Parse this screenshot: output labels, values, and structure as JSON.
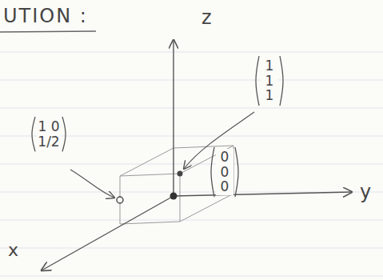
{
  "diagram": {
    "title": "UTION :",
    "labels": [
      "z",
      "y",
      "x",
      "1 0 1/2",
      "1 1 1",
      "0 0 0"
    ]
  }
}
